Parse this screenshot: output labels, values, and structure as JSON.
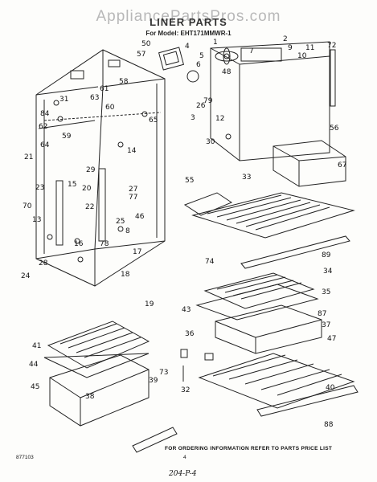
{
  "watermark": "AppliancePartsPros.com",
  "title": "LINER PARTS",
  "model_line": "For Model: EHT171MMWR-1",
  "footer_note": "FOR ORDERING INFORMATION REFER TO PARTS PRICE LIST",
  "footer_code": "877103",
  "footer_page": "4",
  "handwritten": "204-P-4",
  "callouts": [
    "1",
    "2",
    "3",
    "4",
    "5",
    "6",
    "7",
    "8",
    "9",
    "10",
    "11",
    "12",
    "13",
    "14",
    "15",
    "16",
    "17",
    "18",
    "19",
    "20",
    "21",
    "22",
    "23",
    "24",
    "25",
    "26",
    "27",
    "28",
    "29",
    "30",
    "31",
    "32",
    "33",
    "34",
    "35",
    "36",
    "37",
    "38",
    "39",
    "40",
    "41",
    "43",
    "44",
    "45",
    "46",
    "47",
    "48",
    "50",
    "55",
    "56",
    "57",
    "58",
    "59",
    "60",
    "61",
    "62",
    "63",
    "64",
    "65",
    "67",
    "70",
    "72",
    "73",
    "74",
    "77",
    "78",
    "79",
    "84",
    "87",
    "88",
    "89"
  ]
}
